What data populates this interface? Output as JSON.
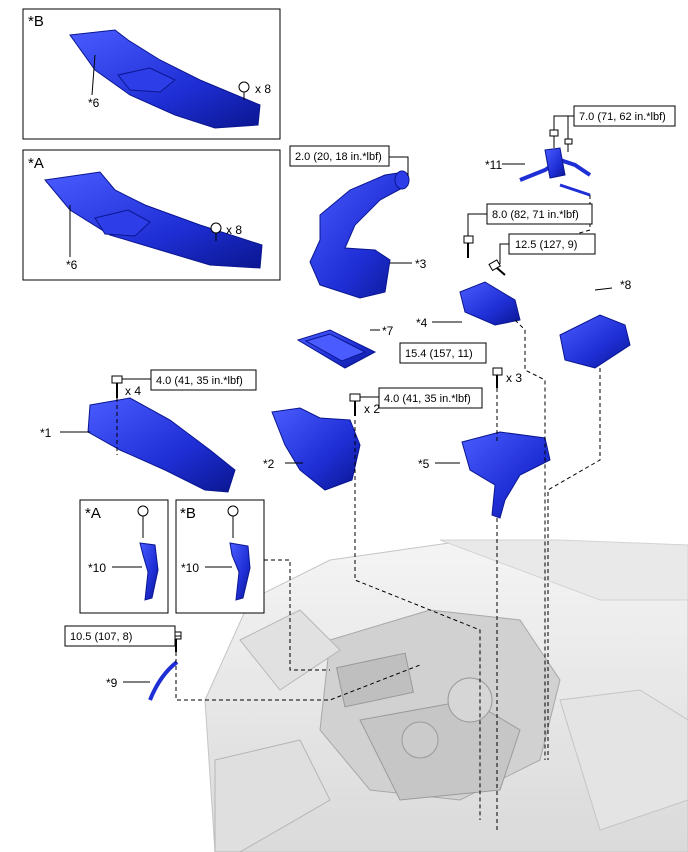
{
  "insets": [
    {
      "tag": "*B",
      "part": "*6",
      "qty": "x 8"
    },
    {
      "tag": "*A",
      "part": "*6",
      "qty": "x 8"
    }
  ],
  "parts": {
    "p1": "*1",
    "p2": "*2",
    "p3": "*3",
    "p4": "*4",
    "p5": "*5",
    "p7": "*7",
    "p8": "*8",
    "p9": "*9",
    "p11": "*11"
  },
  "torques": {
    "t_inlet": "2.0 (20, 18 in.*lbf)",
    "t_p11": "7.0 (71, 62 in.*lbf)",
    "t_p4a": "8.0 (82, 71 in.*lbf)",
    "t_p4b": "12.5 (127, 9)",
    "t_p5": "15.4 (157, 11)",
    "t_p1": "4.0 (41, 35 in.*lbf)",
    "t_p2": "4.0 (41, 35 in.*lbf)",
    "t_p9": "10.5 (107, 8)"
  },
  "quantities": {
    "q_p1": "x 4",
    "q_p2": "x 2",
    "q_p5": "x 3"
  },
  "detail_boxes": [
    {
      "tag": "*A",
      "part": "*10"
    },
    {
      "tag": "*B",
      "part": "*10"
    }
  ],
  "colors": {
    "part_blue": "#1f2fd6",
    "part_dark": "#0a1690",
    "line": "#000000",
    "engine_gray": "#c8c8c8"
  }
}
